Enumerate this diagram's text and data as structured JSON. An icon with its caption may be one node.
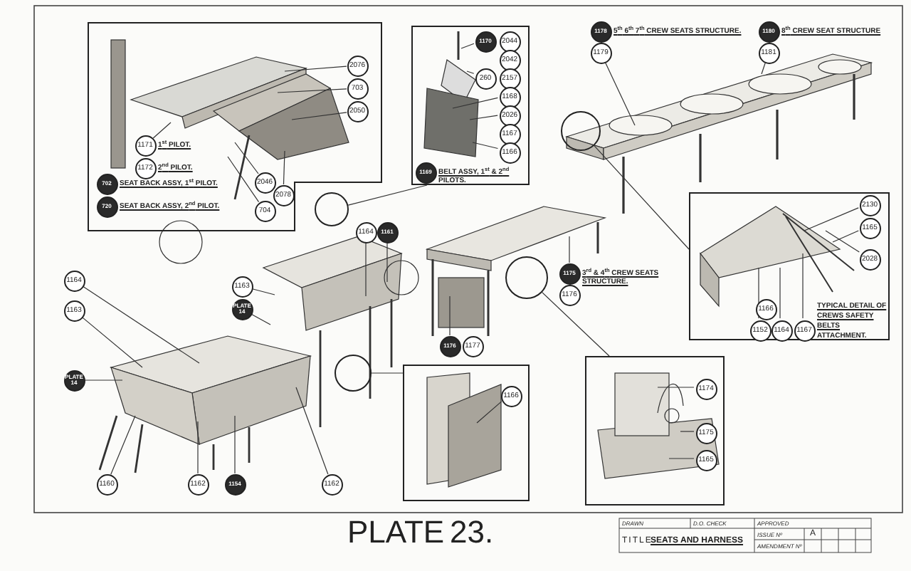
{
  "diagram": {
    "nodes": [
      {
        "text": [],
        "shape": "box"
      },
      {
        "text": [],
        "shape": "box"
      },
      {
        "text": [],
        "shape": "box"
      },
      {
        "text": [],
        "shape": "box"
      },
      {
        "text": [],
        "shape": "box"
      },
      {
        "text": [],
        "shape": "circle"
      },
      {
        "text": [],
        "shape": "circle"
      },
      {
        "text": [],
        "shape": "circle"
      },
      {
        "text": [],
        "shape": "circle"
      },
      {
        "text": [
          "2076"
        ],
        "in": 0
      },
      {
        "text": [
          "703"
        ],
        "in": 0
      },
      {
        "text": [
          "2050"
        ],
        "in": 0
      },
      {
        "text": [
          "1171"
        ],
        "in": 0,
        "beside": [
          "1$^{st}$ PILOT."
        ]
      },
      {
        "text": [
          "1172"
        ],
        "in": 0,
        "beside": [
          "2$^{nd}$ PILOT."
        ]
      },
      {
        "text": [
          "702"
        ],
        "in": 0,
        "beside": [
          "SEAT BACK ASSY, 1$^{st}$ PILOT."
        ]
      },
      {
        "text": [
          "720"
        ],
        "in": 0,
        "beside": [
          "SEAT BACK ASSY, 2$^{nd}$ PILOT."
        ]
      },
      {
        "text": [
          "704"
        ],
        "in": 0
      },
      {
        "text": [
          "2078"
        ],
        "in": 0
      },
      {
        "text": [
          "2046"
        ],
        "in": 0
      },
      {
        "text": [
          "1170"
        ],
        "in": 1
      },
      {
        "text": [
          "2044"
        ],
        "in": 1
      },
      {
        "text": [
          "2042"
        ],
        "in": 1
      },
      {
        "text": [
          "260"
        ],
        "in": 1
      },
      {
        "text": [
          "2157"
        ],
        "in": 1
      },
      {
        "text": [
          "1168"
        ],
        "in": 1
      },
      {
        "text": [
          "2026"
        ],
        "in": 1
      },
      {
        "text": [
          "1167"
        ],
        "in": 1
      },
      {
        "text": [
          "1166"
        ],
        "in": 1
      },
      {
        "text": [
          "1169"
        ],
        "in": 1,
        "beside": [
          "BELT ASSY, 1$^{st}$ & 2$^{nd}$ PILOTS."
        ]
      },
      {
        "text": [
          "1178"
        ],
        "beside": [
          "5$^{th}$ 6$^{th}$ 7$^{th}$ CREW SEATS STRUCTURE."
        ]
      },
      {
        "text": [
          "1179"
        ]
      },
      {
        "text": [
          "1180"
        ],
        "beside": [
          "8$^{th}$ CREW SEAT STRUCTURE"
        ]
      },
      {
        "text": [
          "1181"
        ]
      },
      {
        "text": [
          "2130"
        ],
        "in": 2
      },
      {
        "text": [
          "1165"
        ],
        "in": 2
      },
      {
        "text": [
          "2028"
        ],
        "in": 2
      },
      {
        "text": [
          "1166"
        ],
        "in": 2
      },
      {
        "text": [
          "1152"
        ],
        "in": 2
      },
      {
        "text": [
          "1164"
        ],
        "in": 2
      },
      {
        "text": [
          "1167"
        ],
        "in": 2
      },
      {
        "text": [
          "1175"
        ],
        "beside": [
          "3$^{rd}$ & 4$^{th}$ CREW SEATS STRUCTURE."
        ]
      },
      {
        "text": [
          "1176"
        ]
      },
      {
        "text": [
          "1176"
        ]
      },
      {
        "text": [
          "1177"
        ]
      },
      {
        "text": [
          "1166"
        ],
        "in": 3
      },
      {
        "text": [
          "1174"
        ],
        "in": 4
      },
      {
        "text": [
          "1175"
        ],
        "in": 4
      },
      {
        "text": [
          "1165"
        ],
        "in": 4
      },
      {
        "text": [
          "1164"
        ]
      },
      {
        "text": [
          "1163"
        ]
      },
      {
        "text": [
          "PLATE 14"
        ]
      },
      {
        "text": [
          "1160"
        ]
      },
      {
        "text": [
          "1162"
        ]
      },
      {
        "text": [
          "1154"
        ]
      },
      {
        "text": [
          "1162"
        ]
      },
      {
        "text": [
          "1163"
        ]
      },
      {
        "text": [
          "PLATE 14"
        ]
      },
      {
        "text": [
          "1164"
        ]
      },
      {
        "text": [
          "1161"
        ]
      }
    ],
    "edges": [
      {
        "from": 5,
        "to": 1,
        "arrow": "none"
      },
      {
        "from": 6,
        "to": 2,
        "arrow": "none"
      },
      {
        "from": 7,
        "to": 4,
        "arrow": "none"
      },
      {
        "from": 8,
        "to": 3,
        "arrow": "none"
      },
      {
        "from": 9,
        "to": null,
        "arrow": "none"
      },
      {
        "from": 10,
        "to": null,
        "arrow": "none"
      },
      {
        "from": 11,
        "to": null,
        "arrow": "none"
      },
      {
        "from": 12,
        "to": null,
        "arrow": "none"
      },
      {
        "from": 16,
        "to": null,
        "arrow": "none"
      },
      {
        "from": 17,
        "to": null,
        "arrow": "none"
      },
      {
        "from": 18,
        "to": null,
        "arrow": "none"
      },
      {
        "from": 19,
        "to": null,
        "arrow": "none"
      },
      {
        "from": 22,
        "to": null,
        "arrow": "none"
      },
      {
        "from": 24,
        "to": null,
        "arrow": "none"
      },
      {
        "from": 25,
        "to": null,
        "arrow": "none"
      },
      {
        "from": 27,
        "to": null,
        "arrow": "none"
      },
      {
        "from": 30,
        "to": null,
        "arrow": "none"
      },
      {
        "from": 32,
        "to": null,
        "arrow": "none"
      },
      {
        "from": 33,
        "to": null,
        "arrow": "none"
      },
      {
        "from": 34,
        "to": null,
        "arrow": "none"
      },
      {
        "from": 35,
        "to": null,
        "arrow": "none"
      },
      {
        "from": 37,
        "to": null,
        "arrow": "none"
      },
      {
        "from": 38,
        "to": null,
        "arrow": "none"
      },
      {
        "from": 39,
        "to": null,
        "arrow": "none"
      },
      {
        "from": 40,
        "to": null,
        "arrow": "none"
      },
      {
        "from": 42,
        "to": null,
        "arrow": "none"
      },
      {
        "from": 44,
        "to": null,
        "arrow": "none"
      },
      {
        "from": 45,
        "to": null,
        "arrow": "none"
      },
      {
        "from": 46,
        "to": null,
        "arrow": "none"
      },
      {
        "from": 47,
        "to": null,
        "arrow": "none"
      },
      {
        "from": 48,
        "to": null,
        "arrow": "none"
      },
      {
        "from": 49,
        "to": null,
        "arrow": "none"
      },
      {
        "from": 50,
        "to": null,
        "arrow": "none"
      },
      {
        "from": 51,
        "to": null,
        "arrow": "none"
      },
      {
        "from": 52,
        "to": null,
        "arrow": "none"
      },
      {
        "from": 53,
        "to": null,
        "arrow": "none"
      },
      {
        "from": 54,
        "to": null,
        "arrow": "none"
      },
      {
        "from": 55,
        "to": null,
        "arrow": "none"
      },
      {
        "from": 56,
        "to": null,
        "arrow": "none"
      },
      {
        "from": 57,
        "to": null,
        "arrow": "none"
      },
      {
        "from": 58,
        "to": null,
        "arrow": "none"
      }
    ],
    "labels": [
      "TYPICAL DETAIL OF CREWS SAFETY BELTS ATTACHMENT.",
      "PLATE",
      "23.",
      "DRAWN",
      "D.O. CHECK",
      "APPROVED",
      "TITLE",
      "SEATS AND HARNESS",
      "ISSUE Nº",
      "A",
      "AMENDMENT Nº"
    ]
  }
}
